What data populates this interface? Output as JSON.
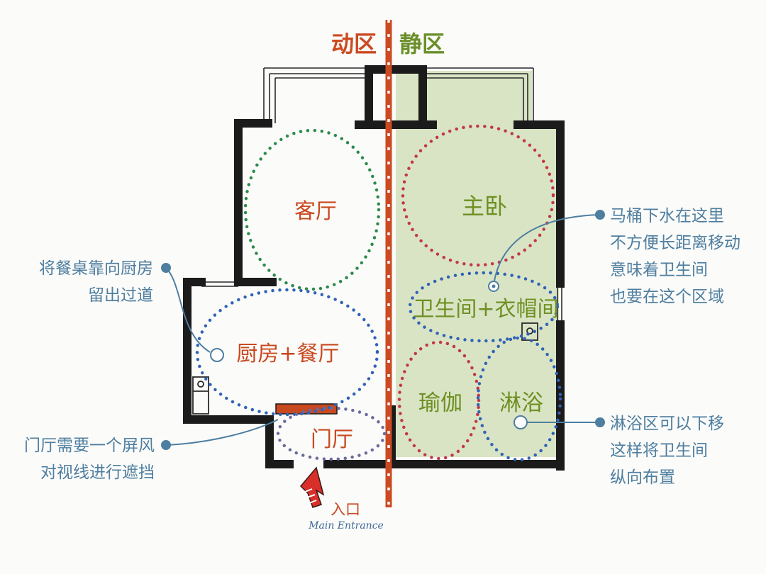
{
  "zones": {
    "active": "动区",
    "quiet": "静区"
  },
  "rooms": {
    "living_room": "客厅",
    "master_bedroom": "主卧",
    "kitchen_dining": "厨房+餐厅",
    "bath_closet": "卫生间+衣帽间",
    "yoga": "瑜伽",
    "shower": "淋浴",
    "foyer": "门厅"
  },
  "notes": {
    "dining": [
      "将餐桌靠向厨房",
      "留出过道"
    ],
    "toilet": [
      "马桶下水在这里",
      "不方便长距离移动",
      "意味着卫生间",
      "也要在这个区域"
    ],
    "foyer": [
      "门厅需要一个屏风",
      "对视线进行遮挡"
    ],
    "shower": [
      "淋浴区可以下移",
      "这样将卫生间",
      "纵向布置"
    ]
  },
  "entrance": {
    "label": "入口",
    "label_en": "Main Entrance"
  },
  "colors": {
    "active_zone": "#cc4a22",
    "quiet_zone": "#6b8f2a",
    "quiet_fill": "#d9e4c4",
    "wall": "#1b1b1b",
    "note": "#4e7ea0",
    "circle_green": "#2c8a4c",
    "circle_red": "#c2364a",
    "circle_blue": "#2f62b8",
    "circle_purple": "#6b6a9e"
  }
}
